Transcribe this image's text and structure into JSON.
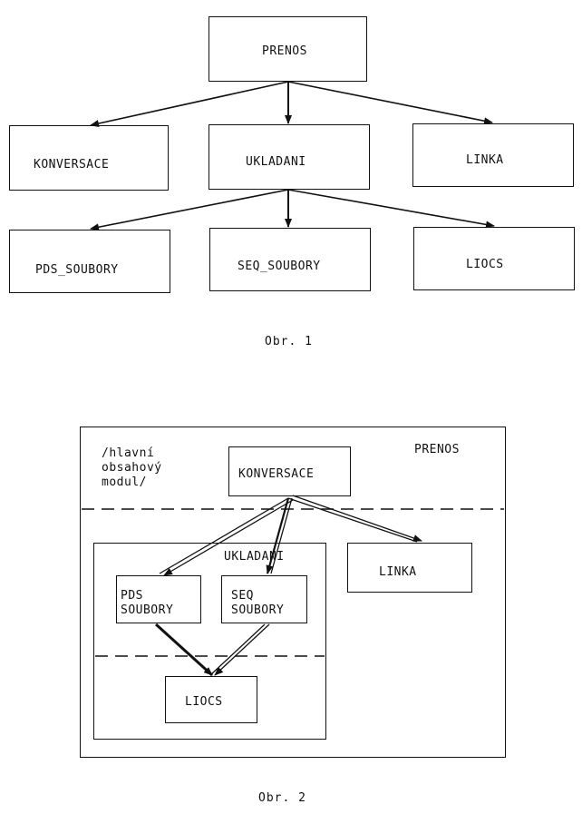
{
  "figure1": {
    "root": "PRENOS",
    "level1": [
      "KONVERSACE",
      "UKLADANI",
      "LINKA"
    ],
    "level2": [
      "PDS_SOUBORY",
      "SEQ_SOUBORY",
      "LIOCS"
    ],
    "caption": "Obr. 1"
  },
  "figure2": {
    "outer_label": "PRENOS",
    "main_module_note": [
      "/hlavní",
      "obsahový",
      "modul/"
    ],
    "konversace": "KONVERSACE",
    "ukladani": "UKLADANI",
    "linka": "LINKA",
    "pds": [
      "PDS",
      "SOUBORY"
    ],
    "seq": [
      "SEQ",
      "SOUBORY"
    ],
    "liocs": "LIOCS",
    "caption": "Obr. 2"
  }
}
